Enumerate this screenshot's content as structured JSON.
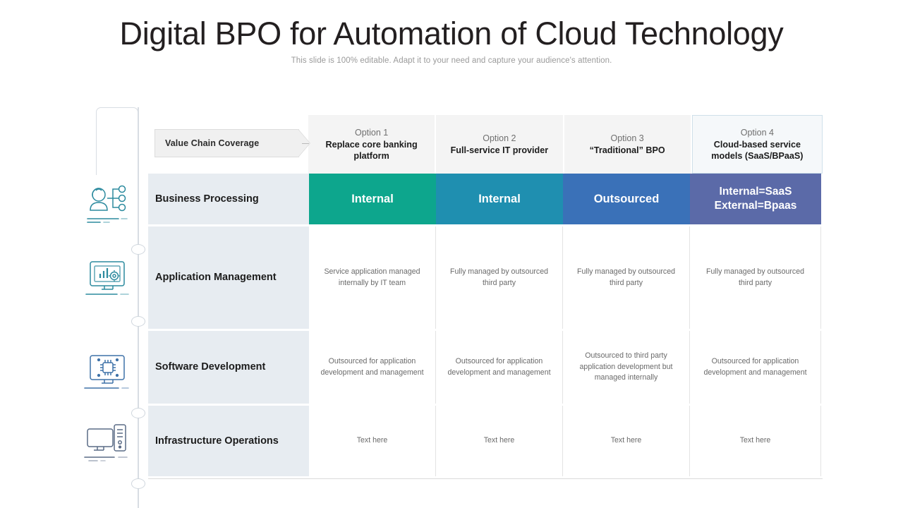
{
  "header": {
    "title": "Digital BPO for Automation of Cloud Technology",
    "subtitle": "This slide is 100% editable. Adapt it to your need and capture your audience's attention."
  },
  "matrix": {
    "corner_label": "Value Chain Coverage",
    "columns": [
      {
        "number": "Option 1",
        "name": "Replace core banking platform",
        "highlight": false
      },
      {
        "number": "Option 2",
        "name": "Full-service IT provider",
        "highlight": false
      },
      {
        "number": "Option 3",
        "name": "“Traditional” BPO",
        "highlight": false
      },
      {
        "number": "Option 4",
        "name": "Cloud-based service models (SaaS/BPaaS)",
        "highlight": true
      }
    ],
    "rows": [
      {
        "label": "Business Processing",
        "icon": "person-network-icon",
        "type": "banner",
        "cells": [
          {
            "text": "Internal",
            "color": "#0da68d"
          },
          {
            "text": "Internal",
            "color": "#1f8fb0"
          },
          {
            "text": "Outsourced",
            "color": "#3a71b8"
          },
          {
            "text": "Internal=SaaS External=Bpaas",
            "color": "#5b6aa8"
          }
        ]
      },
      {
        "label": "Application Management",
        "icon": "monitor-chart-gear-icon",
        "type": "text",
        "cells": [
          {
            "text": "Service application managed internally by IT team"
          },
          {
            "text": "Fully managed by outsourced third party"
          },
          {
            "text": "Fully managed by outsourced third party"
          },
          {
            "text": "Fully managed by outsourced third party"
          }
        ]
      },
      {
        "label": "Software Development",
        "icon": "monitor-chip-icon",
        "type": "text",
        "cells": [
          {
            "text": "Outsourced for application development and management"
          },
          {
            "text": "Outsourced for application development and management"
          },
          {
            "text": "Outsourced to third party application development but managed internally"
          },
          {
            "text": "Outsourced for application development and management"
          }
        ]
      },
      {
        "label": "Infrastructure Operations",
        "icon": "desktop-server-icon",
        "type": "text",
        "cells": [
          {
            "text": "Text here"
          },
          {
            "text": "Text here"
          },
          {
            "text": "Text here"
          },
          {
            "text": "Text here"
          }
        ]
      }
    ]
  },
  "theme": {
    "label_column_bg": "#e7ecf1",
    "header_cell_bg": "#f4f4f4",
    "highlight_border": "#cfe0ea",
    "icon_teal": "#2b8a9e",
    "timeline_line": "#d8dde3"
  }
}
